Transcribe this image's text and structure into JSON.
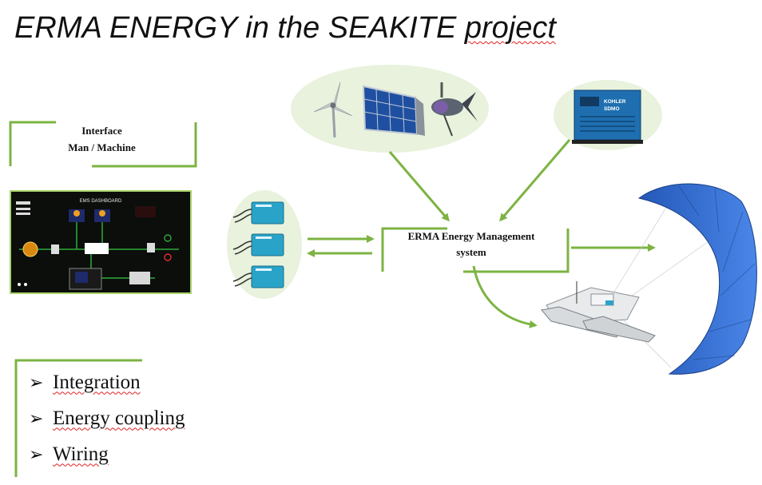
{
  "title": {
    "prefix": "ERMA ENERGY in the SEAKITE ",
    "underlined": "project"
  },
  "interface_box": {
    "line1": "Interface",
    "line2": "Man / Machine"
  },
  "dashboard": {
    "title": "EMS DASHBOARD"
  },
  "ems_box": {
    "line1": "ERMA Energy Management",
    "line2": "system"
  },
  "features": [
    {
      "label": "Integration"
    },
    {
      "label": "Energy coupling"
    },
    {
      "label": "Wiring"
    }
  ],
  "generator": {
    "brand": "KOHLER",
    "model": "SDMO"
  },
  "colors": {
    "accent_green": "#7cb342",
    "ellipse_bg": "#e8f2dc",
    "kite_blue": "#2f6fd6",
    "battery_blue": "#2aa3c8",
    "generator_blue": "#1f6fb0"
  },
  "icons": [
    "wind-turbine-icon",
    "solar-panel-icon",
    "hydro-generator-icon",
    "diesel-generator-icon",
    "battery-icon",
    "kite-icon",
    "catamaran-icon",
    "arrow-bullet-icon"
  ]
}
